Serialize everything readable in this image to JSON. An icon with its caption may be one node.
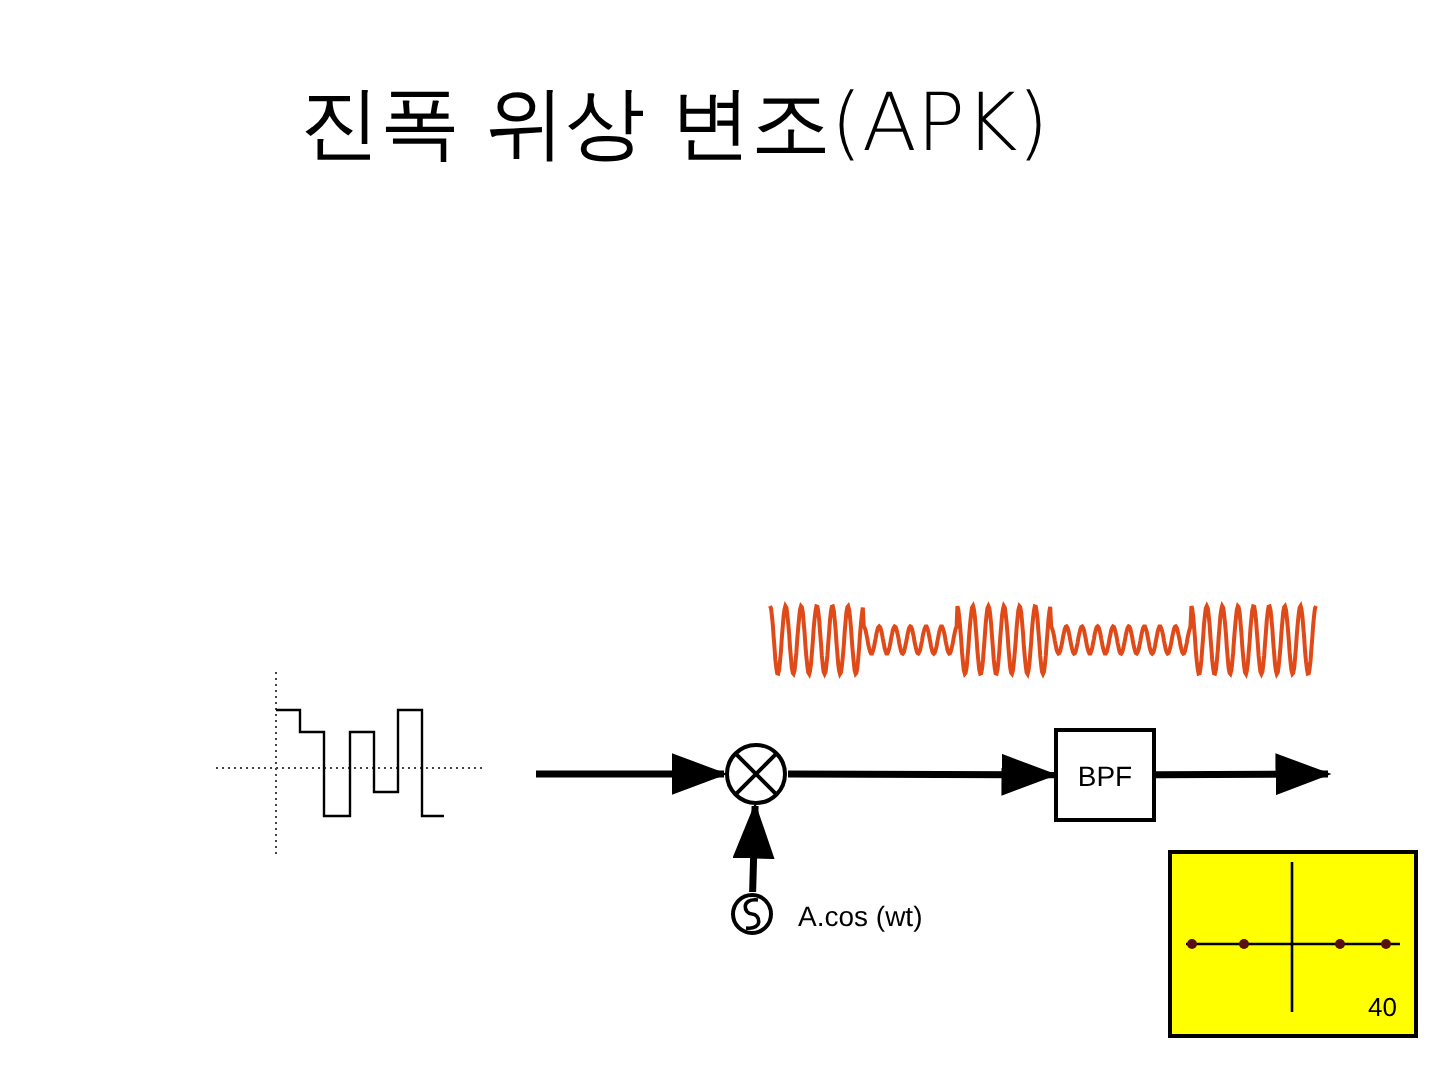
{
  "diagram": {
    "title": "진폭 위상 변조(APK)",
    "nodes": [
      {
        "text": [],
        "shape": "circle"
      },
      {
        "text": [
          "BPF"
        ]
      },
      {
        "text": [],
        "shape": "circle",
        "beside": [
          "A.cos (wt)"
        ]
      }
    ],
    "edges": [
      {
        "from": null,
        "to": 0,
        "arrow": "to"
      },
      {
        "from": 0,
        "to": 1,
        "arrow": "to"
      },
      {
        "from": 1,
        "to": null,
        "arrow": "to"
      },
      {
        "from": 2,
        "to": 0,
        "arrow": "to"
      }
    ],
    "labels": [
      "40"
    ]
  }
}
